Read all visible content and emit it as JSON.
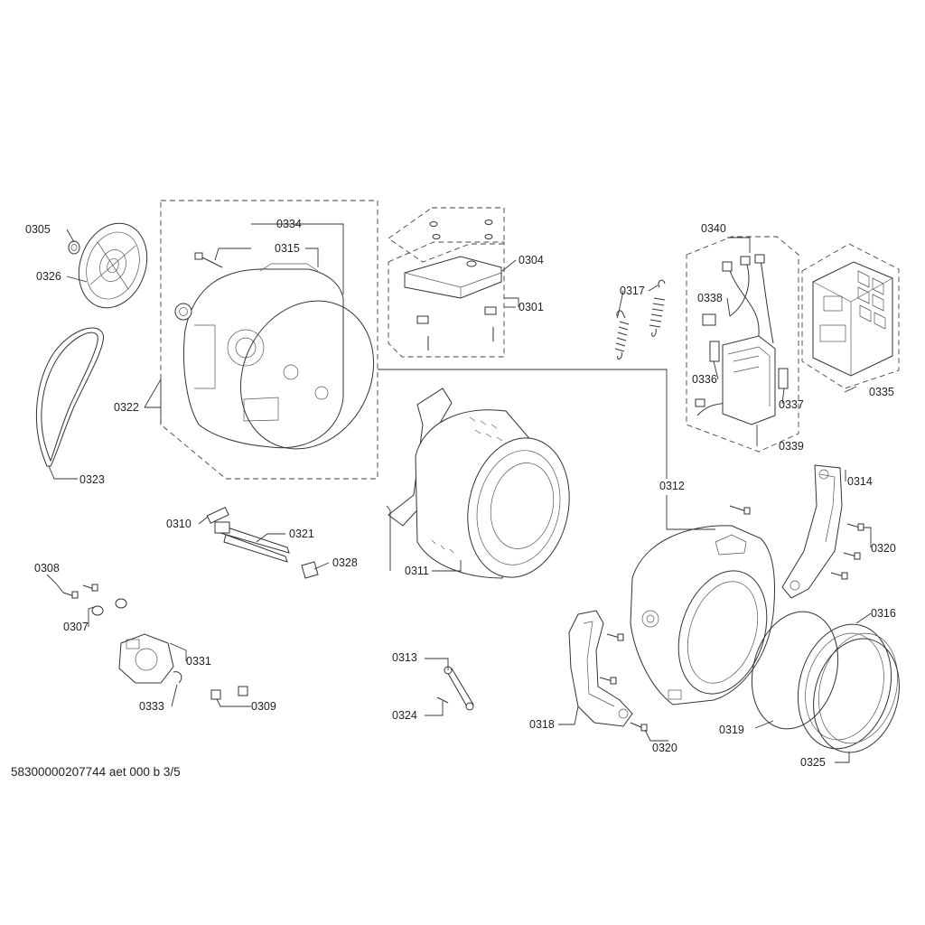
{
  "document_id": "58300000207744 aet 000 b 3/5",
  "callouts": {
    "c0305": "0305",
    "c0326": "0326",
    "c0322": "0322",
    "c0323": "0323",
    "c0334": "0334",
    "c0315": "0315",
    "c0304": "0304",
    "c0301": "0301",
    "c0317": "0317",
    "c0340": "0340",
    "c0338": "0338",
    "c0336": "0336",
    "c0337": "0337",
    "c0335": "0335",
    "c0339": "0339",
    "c0310": "0310",
    "c0321": "0321",
    "c0328": "0328",
    "c0311": "0311",
    "c0312": "0312",
    "c0314": "0314",
    "c0320a": "0320",
    "c0308": "0308",
    "c0307": "0307",
    "c0331": "0331",
    "c0333": "0333",
    "c0309": "0309",
    "c0313": "0313",
    "c0324": "0324",
    "c0316": "0316",
    "c0318": "0318",
    "c0320b": "0320",
    "c0319": "0319",
    "c0325": "0325"
  }
}
